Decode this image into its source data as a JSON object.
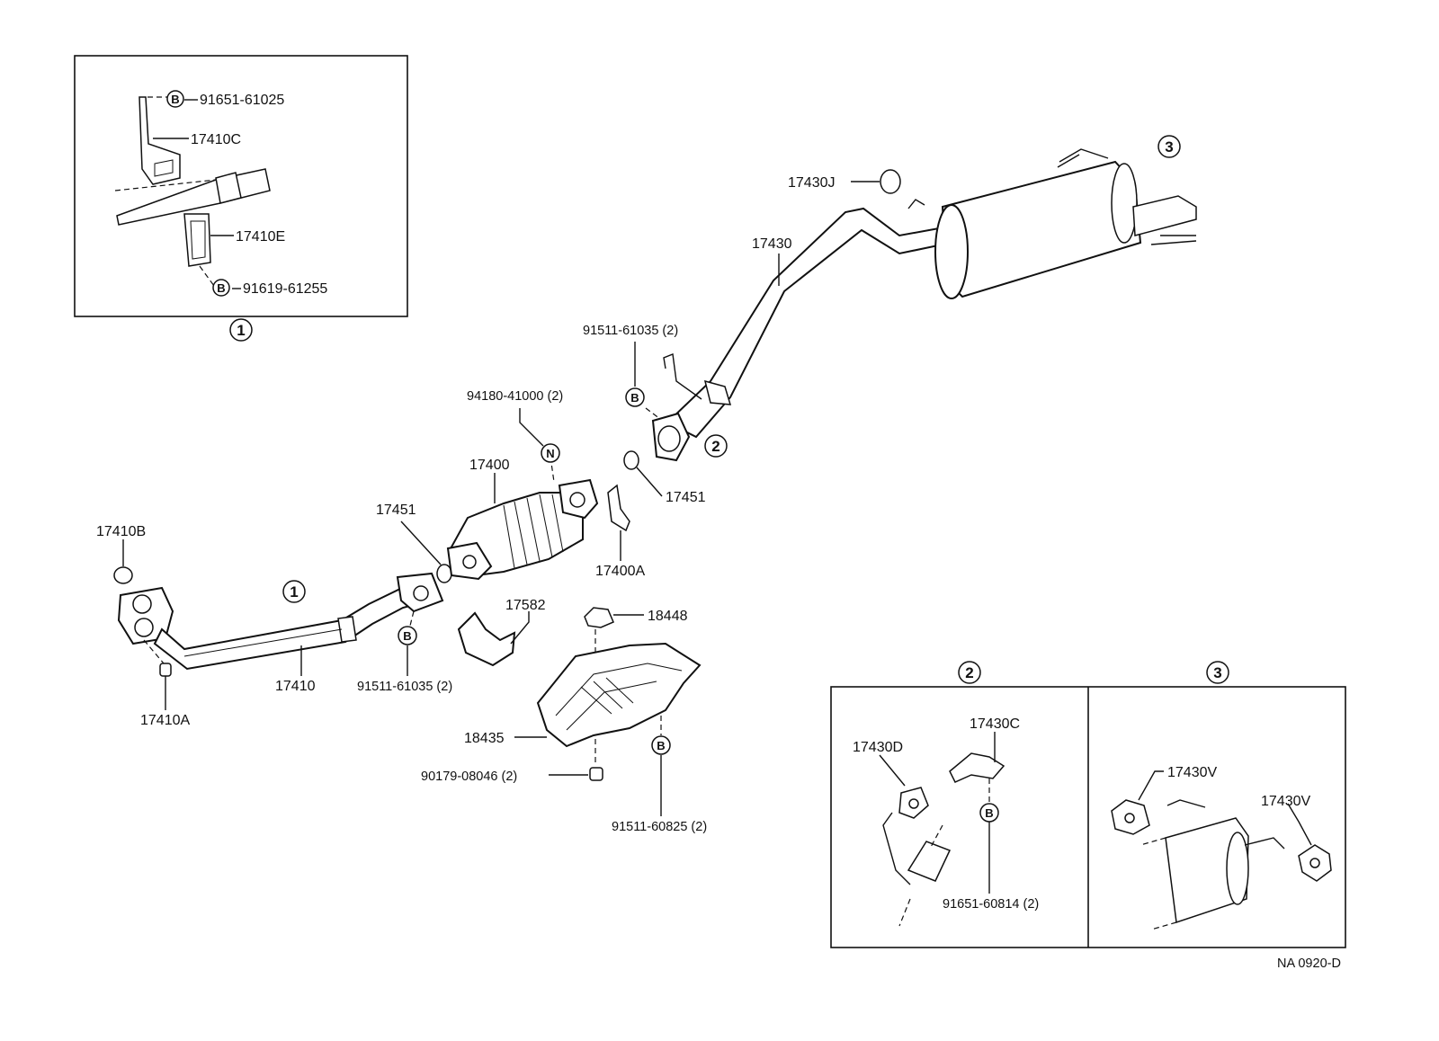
{
  "diagram": {
    "drawing_code": "NA 0920-D",
    "callouts": {
      "one": "1",
      "two": "2",
      "three": "3"
    },
    "bolt_marker": "B",
    "nut_marker": "N",
    "parts": {
      "p17410": "17410",
      "p17410A": "17410A",
      "p17410B": "17410B",
      "p17410C": "17410C",
      "p17410E": "17410E",
      "p17451_a": "17451",
      "p17451_b": "17451",
      "p17400": "17400",
      "p17400A": "17400A",
      "p17582": "17582",
      "p18448": "18448",
      "p18435": "18435",
      "p17430": "17430",
      "p17430J": "17430J",
      "p17430C": "17430C",
      "p17430D": "17430D",
      "p17430V_a": "17430V",
      "p17430V_b": "17430V",
      "b91651_61025": "91651-61025",
      "b91619_61255": "91619-61255",
      "b91511_61035_a": "91511-61035 (2)",
      "b91511_61035_b": "91511-61035 (2)",
      "n94180_41000": "94180-41000 (2)",
      "b90179_08046": "90179-08046 (2)",
      "b91511_60825": "91511-60825 (2)",
      "b91651_60814": "91651-60814 (2)"
    }
  }
}
